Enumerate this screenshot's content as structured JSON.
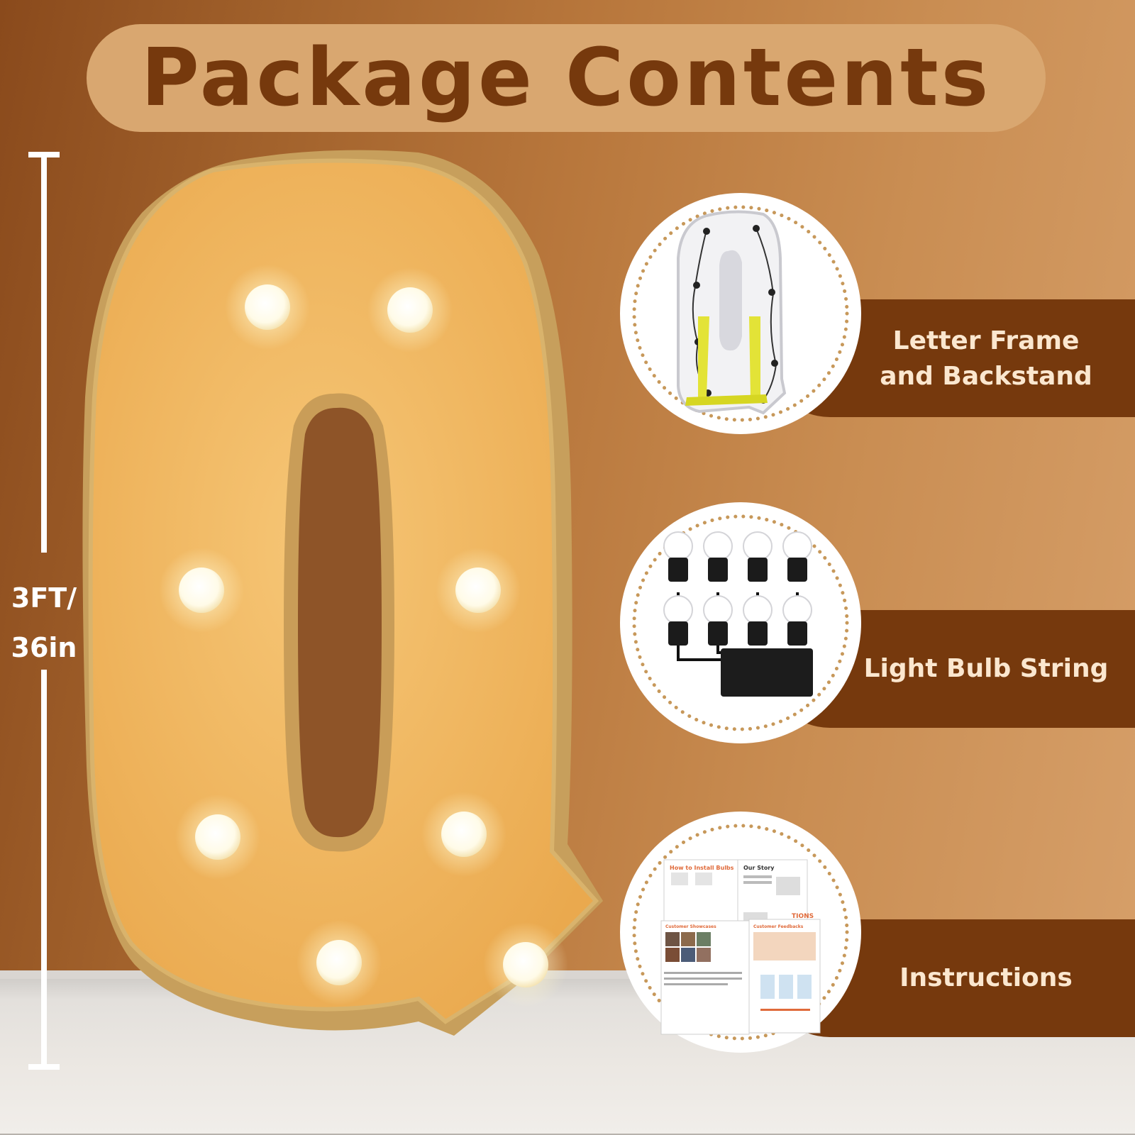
{
  "title": "Package Contents",
  "height_label": {
    "line1": "3FT/",
    "line2": "36in"
  },
  "items": [
    {
      "label_line1": "Letter Frame",
      "label_line2": "and Backstand",
      "icon": "letter-frame-with-stand-icon"
    },
    {
      "label_line1": "Light Bulb String",
      "label_line2": "",
      "icon": "bulb-string-icon"
    },
    {
      "label_line1": "Instructions",
      "label_line2": "",
      "icon": "instructions-sheet-icon"
    }
  ],
  "instruction_sheet": {
    "heading_1": "How to Install Bulbs",
    "heading_2": "Our Story",
    "heading_3": "Customer Showcases",
    "heading_4": "Customer Feedbacks",
    "heading_5": "TIONS"
  },
  "colors": {
    "brand_brown": "#76390d",
    "title_pill": "#d9a770",
    "letter_face": "#f0b45e",
    "bulb_glow": "#fffdf2",
    "label_text": "#fbe7cf"
  }
}
